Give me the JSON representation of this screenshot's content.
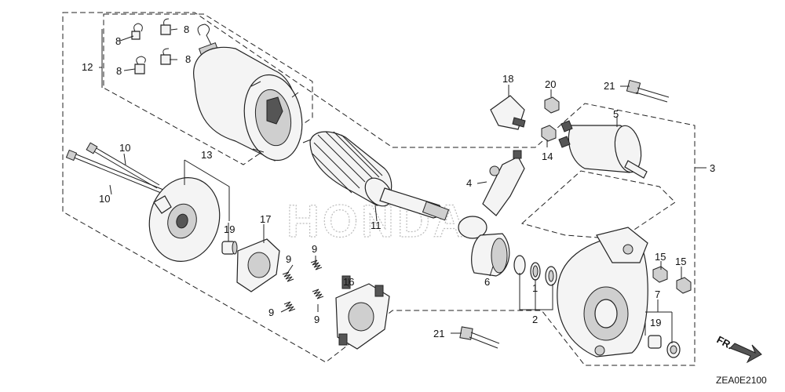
{
  "watermark": "HONDA",
  "diagram_code": "ZEA0E2100",
  "front_marker": "FR.",
  "callouts": {
    "c1": "1",
    "c2": "2",
    "c3": "3",
    "c4": "4",
    "c5": "5",
    "c6": "6",
    "c7": "7",
    "c8a": "8",
    "c8b": "8",
    "c8c": "8",
    "c8d": "8",
    "c9a": "9",
    "c9b": "9",
    "c9c": "9",
    "c9d": "9",
    "c10a": "10",
    "c10b": "10",
    "c11": "11",
    "c12": "12",
    "c13": "13",
    "c14": "14",
    "c15a": "15",
    "c15b": "15",
    "c16": "16",
    "c17": "17",
    "c18": "18",
    "c19a": "19",
    "c19b": "19",
    "c20": "20",
    "c21a": "21",
    "c21b": "21"
  },
  "colors": {
    "line": "#222222",
    "watermark": "#bdbdbd",
    "background": "#ffffff"
  }
}
